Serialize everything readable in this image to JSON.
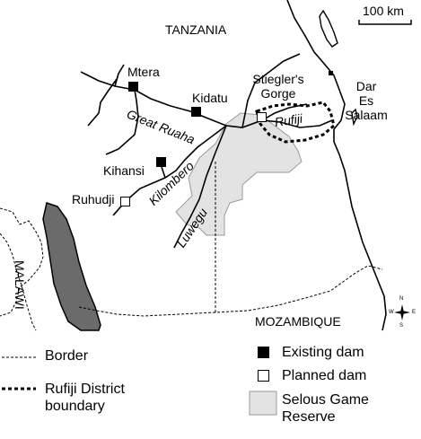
{
  "scale_bar": {
    "label": "100 km"
  },
  "countries": {
    "north": "TANZANIA",
    "west": "MALAWI",
    "south": "MOZAMBIQUE"
  },
  "places": {
    "mtera": "Mtera",
    "kidatu": "Kidatu",
    "kihansi": "Kihansi",
    "ruhudji": "Ruhudji",
    "stieglers_line1": "Stiegler's",
    "stieglers_line2": "Gorge",
    "dar_line1": "Dar",
    "dar_line2": "Es",
    "dar_line3": "Salaam"
  },
  "rivers": {
    "great_ruaha": "Great Ruaha",
    "rufiji": "Rufiji",
    "kilombero": "Kilombero",
    "luwegu": "Luwegu"
  },
  "compass": {
    "n": "N",
    "s": "S",
    "e": "E",
    "w": "W"
  },
  "legend": {
    "border": "Border",
    "existing_dam": "Existing dam",
    "planned_dam": "Planned dam",
    "district_line1": "Rufiji District",
    "district_line2": "boundary",
    "reserve_line1": "Selous Game",
    "reserve_line2": "Reserve"
  },
  "colors": {
    "reserve_fill": "#e3e3e3",
    "reserve_stroke": "#9a9a9a",
    "lake_fill": "#6b6b6b",
    "line": "#000000"
  }
}
